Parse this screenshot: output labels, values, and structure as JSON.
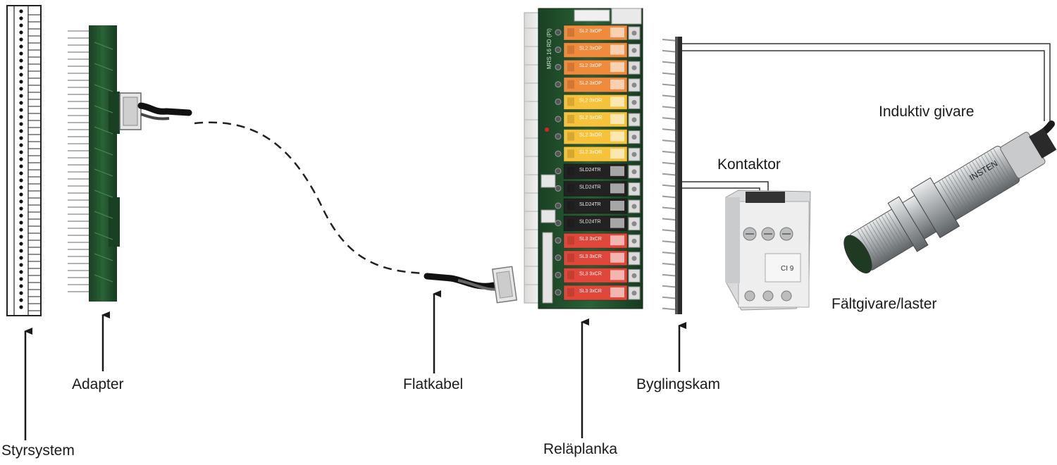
{
  "labels": {
    "styrsystem": "Styrsystem",
    "adapter": "Adapter",
    "flatkabel": "Flatkabel",
    "relaplanka": "Reläplanka",
    "byglingskam": "Byglingskam",
    "kontaktor": "Kontaktor",
    "induktiv_givare": "Induktiv givare",
    "faltgivare_laster": "Fältgivare/laster"
  },
  "relay_module": {
    "board_marking": "MRS 16 RD (PI)",
    "relays": [
      {
        "color": "#f08a3c",
        "text": "SL2 3xOP"
      },
      {
        "color": "#f08a3c",
        "text": "SL2 3xOP"
      },
      {
        "color": "#f08a3c",
        "text": "SL2 3xOP"
      },
      {
        "color": "#f08a3c",
        "text": "SL2 3xOP"
      },
      {
        "color": "#f5c23a",
        "text": "SL2 3xOR"
      },
      {
        "color": "#f5c23a",
        "text": "SL2 3xOR"
      },
      {
        "color": "#f5c23a",
        "text": "SL2 3xOR"
      },
      {
        "color": "#f5c23a",
        "text": "SL2 3xOR"
      },
      {
        "color": "#222222",
        "text": "SLD24TR"
      },
      {
        "color": "#222222",
        "text": "SLD24TR"
      },
      {
        "color": "#222222",
        "text": "SLD24TR"
      },
      {
        "color": "#222222",
        "text": "SLD24TR"
      },
      {
        "color": "#e0473a",
        "text": "SL3 3xCR"
      },
      {
        "color": "#e0473a",
        "text": "SL3 3xCR"
      },
      {
        "color": "#e0473a",
        "text": "SL3 3xCR"
      },
      {
        "color": "#e0473a",
        "text": "SL3 3xCR"
      }
    ]
  },
  "contactor": {
    "model": "CI 9"
  },
  "sensor": {
    "marking": "INSTEN"
  },
  "colors": {
    "pcb_green": "#1f4d2a",
    "metal": "#b9bcbf",
    "comb": "#2a2a2a"
  }
}
